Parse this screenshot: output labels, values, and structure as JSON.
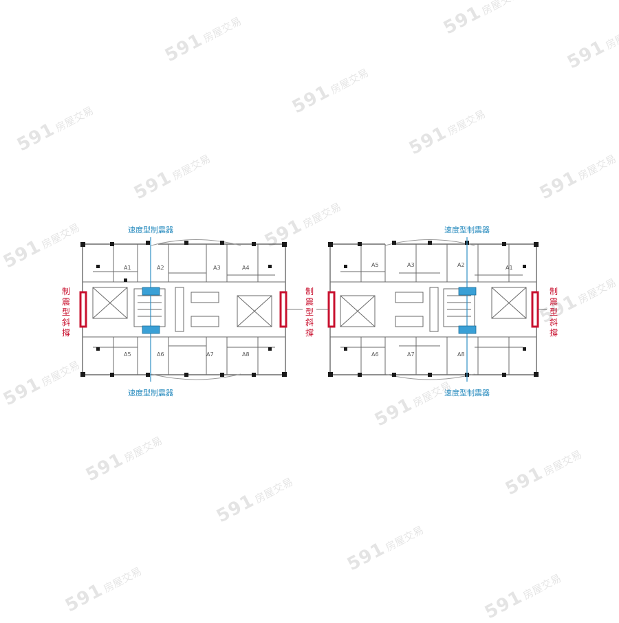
{
  "labels": {
    "velocity_damper": "速度型制震器",
    "brace_chars": [
      "制",
      "震",
      "型",
      "斜",
      "撐"
    ]
  },
  "units_left": [
    "A1",
    "A2",
    "A3",
    "A4",
    "A5",
    "A6",
    "A7",
    "A8"
  ],
  "units_right": [
    "A5",
    "A3",
    "A2",
    "A1",
    "A6",
    "A7",
    "A8"
  ],
  "watermark": {
    "number": "591",
    "brand": "房屋交易"
  },
  "colors": {
    "damper_line": "#2f8fc4",
    "damper_label": "#2a8cbf",
    "brace_red": "#c8102e",
    "wall": "#6a6a6a"
  }
}
